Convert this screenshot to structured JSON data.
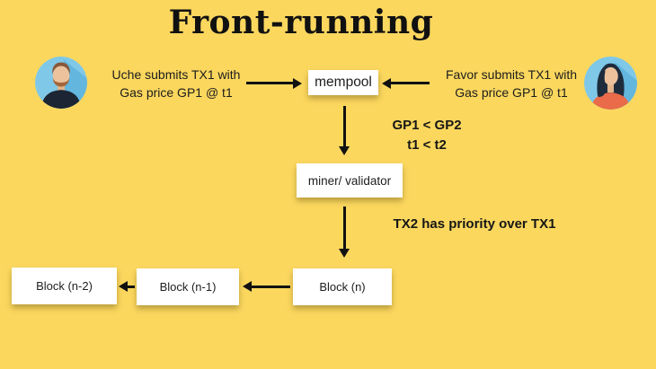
{
  "title": "Front-running",
  "actors": {
    "uche": {
      "line1": "Uche submits TX1 with",
      "line2": "Gas price GP1 @ t1"
    },
    "favor": {
      "line1": "Favor submits TX1 with",
      "line2": "Gas price GP1 @ t1"
    }
  },
  "nodes": {
    "mempool": "mempool",
    "miner": "miner/ validator",
    "block_n": "Block (n)",
    "block_n_minus_1": "Block (n-1)",
    "block_n_minus_2": "Block (n-2)"
  },
  "annotations": {
    "gas_line1": "GP1 < GP2",
    "gas_line2": "t1 < t2",
    "priority": "TX2 has priority over TX1"
  },
  "icons": {
    "left_avatar": "male-person-avatar",
    "right_avatar": "female-person-avatar"
  },
  "colors": {
    "background": "#FBD75E",
    "node_background": "#FFFFFF",
    "text": "#1C1C1C",
    "arrow": "#111111",
    "avatar_sky": "#7FC8E8",
    "avatar_sky_shade": "#63B6DD",
    "skin": "#ECC29C",
    "male_hair": "#8A5737",
    "male_beard": "#A2663A",
    "male_shirt": "#1B2533",
    "female_hair": "#1D2C3D",
    "female_top": "#E96B49"
  }
}
